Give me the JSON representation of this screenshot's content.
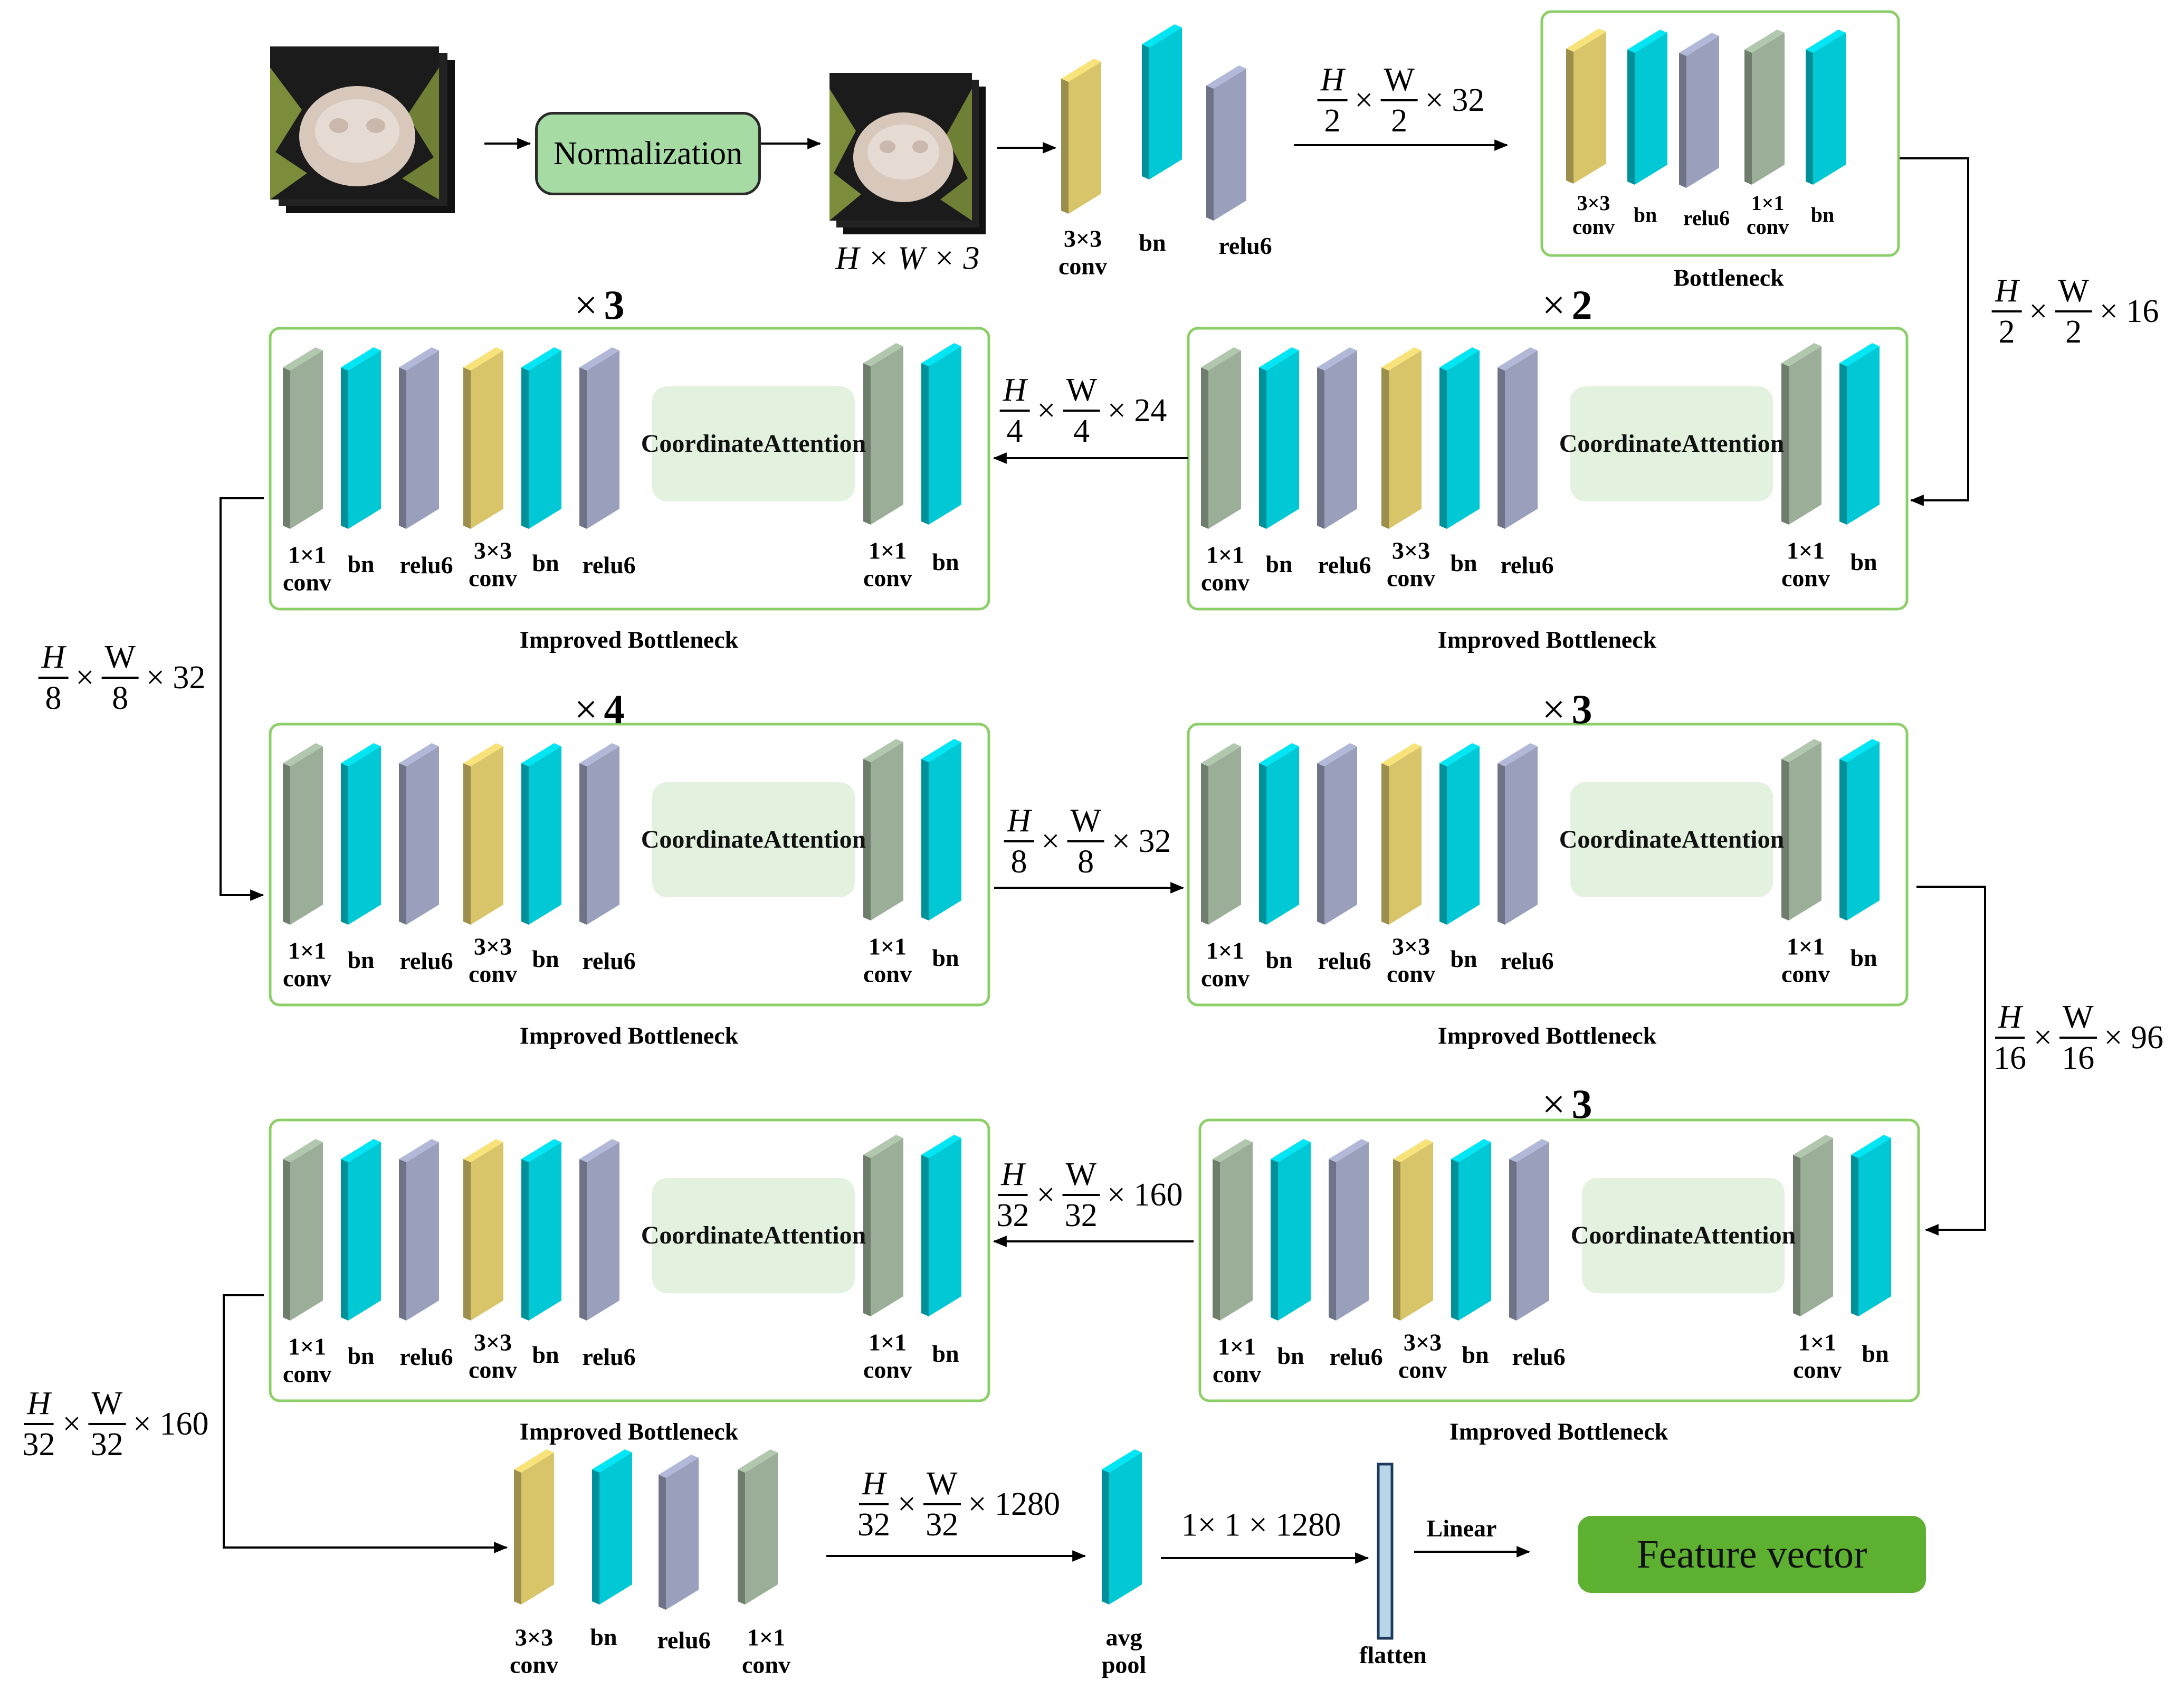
{
  "input": {
    "normalization": "Normalization",
    "dim": "H × W × 3"
  },
  "layers": {
    "conv1x1": "1×1\nconv",
    "conv3x3": "3×3\nconv",
    "bn": "bn",
    "relu6": "relu6",
    "avgpool": "avg\npool",
    "flatten": "flatten",
    "linear": "Linear"
  },
  "blocks": {
    "coordinate_attention": "Coordinate\nAttention",
    "bottleneck": "Bottleneck",
    "improved_bottleneck": "Improved Bottleneck"
  },
  "repeats": {
    "r1_left": "3",
    "r1_right": "2",
    "r2_left": "4",
    "r2_right": "3",
    "r3_right": "3"
  },
  "dims": {
    "d_stem": {
      "hn": "H",
      "hd": "2",
      "wn": "W",
      "wd": "2",
      "c": "32"
    },
    "d_bottleneck": {
      "hn": "H",
      "hd": "2",
      "wn": "W",
      "wd": "2",
      "c": "16"
    },
    "d_r1": {
      "hn": "H",
      "hd": "4",
      "wn": "W",
      "wd": "4",
      "c": "24"
    },
    "d_left1": {
      "hn": "H",
      "hd": "8",
      "wn": "W",
      "wd": "8",
      "c": "32"
    },
    "d_r2": {
      "hn": "H",
      "hd": "8",
      "wn": "W",
      "wd": "8",
      "c": "32"
    },
    "d_right2": {
      "hn": "H",
      "hd": "16",
      "wn": "W",
      "wd": "16",
      "c": "96"
    },
    "d_r3": {
      "hn": "H",
      "hd": "32",
      "wn": "W",
      "wd": "32",
      "c": "160"
    },
    "d_left3": {
      "hn": "H",
      "hd": "32",
      "wn": "W",
      "wd": "32",
      "c": "160"
    },
    "d_head": {
      "hn": "H",
      "hd": "32",
      "wn": "W",
      "wd": "32",
      "c": "1280"
    },
    "d_pool": "1× 1 × 1280"
  },
  "output": "Feature vector",
  "colors": {
    "conv1x1": "#9aae98",
    "conv3x3": "#d8c56a",
    "bn": "#00c8d4",
    "relu6": "#9aa0bc",
    "flatten": "#b8d6ea",
    "border": "#8ccf68",
    "ca": "#e3f1df",
    "normalization": "#a7dba4",
    "feature": "#5eb031"
  }
}
